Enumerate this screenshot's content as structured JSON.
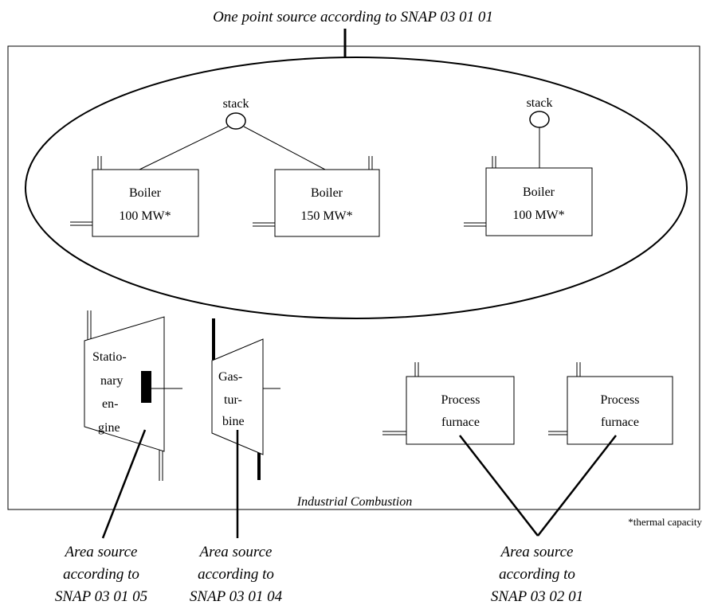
{
  "top_caption": "One point source according to SNAP 03 01 01",
  "boilers": [
    {
      "name": "Boiler",
      "capacity": "100 MW*"
    },
    {
      "name": "Boiler",
      "capacity": "150 MW*"
    },
    {
      "name": "Boiler",
      "capacity": "100 MW*"
    }
  ],
  "stack_labels": [
    "stack",
    "stack"
  ],
  "engine_label": [
    "Statio-",
    "nary",
    "en-",
    "gine"
  ],
  "turbine_label": [
    "Gas-",
    "tur-",
    "bine"
  ],
  "furnaces": [
    {
      "line1": "Process",
      "line2": "furnace"
    },
    {
      "line1": "Process",
      "line2": "furnace"
    }
  ],
  "frame_label": "Industrial Combustion",
  "footnote": "*thermal capacity",
  "area_sources": [
    {
      "line1": "Area source",
      "line2": "according to",
      "line3": "SNAP 03 01 05"
    },
    {
      "line1": "Area source",
      "line2": "according to",
      "line3": "SNAP 03 01 04"
    },
    {
      "line1": "Area source",
      "line2": "according to",
      "line3": "SNAP 03 02 01"
    }
  ]
}
